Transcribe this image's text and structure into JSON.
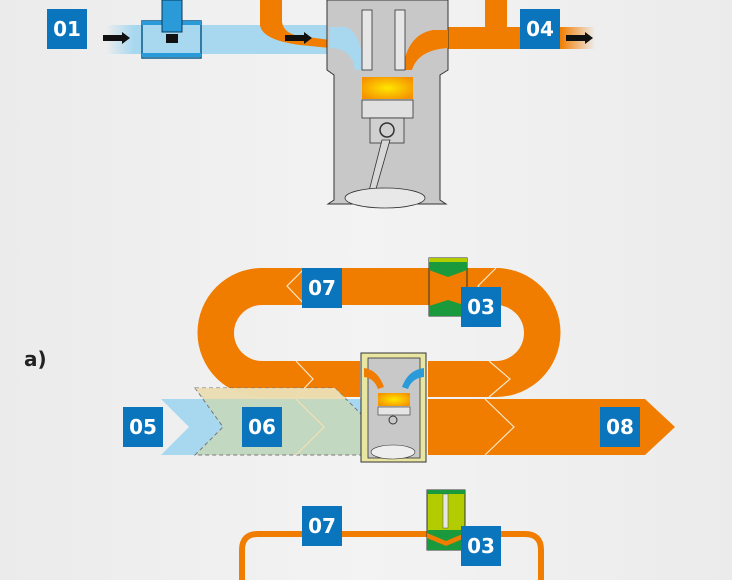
{
  "diagram": {
    "description": "Engine exhaust gas turbocharging / recirculation flow schematic",
    "top": {
      "labels": [
        "01",
        "04"
      ],
      "flows": [
        "intake-air",
        "exhaust"
      ]
    },
    "panel_a": {
      "letter": "a)",
      "labels": [
        "07",
        "03",
        "05",
        "06",
        "08"
      ]
    },
    "bottom": {
      "labels": [
        "07",
        "03"
      ]
    },
    "colors": {
      "label_bg": "#0a74bd",
      "exhaust": "#f07d00",
      "intake": "#a8d8f0",
      "mixed": "#c8d8b8",
      "valve_green": "#1a9a3c",
      "valve_lime": "#b2cc00"
    }
  }
}
